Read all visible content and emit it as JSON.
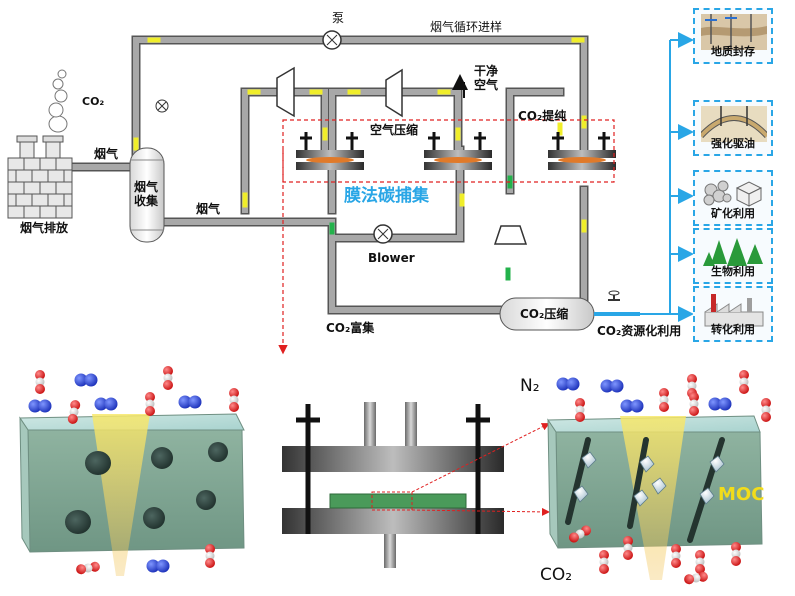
{
  "labels": {
    "pump": "泵",
    "flue_recycle": "烟气循环进样",
    "co2_smoke": "CO₂",
    "flue_gas_1": "烟气",
    "flue_gas_2": "烟气",
    "flue_collect": "烟气\n收集",
    "flue_emission": "烟气排放",
    "clean_air": "干净\n空气",
    "air_compress": "空气压缩",
    "co2_purify": "CO₂提纯",
    "membrane_title": "膜法碳捕集",
    "blower": "Blower",
    "co2_enrich": "CO₂富集",
    "co2_compress": "CO₂压缩",
    "co2_utilization": "CO₂资源化利用",
    "n2": "N₂",
    "co2_bottom": "CO₂",
    "moc": "MOC"
  },
  "applications": [
    {
      "label": "地质封存",
      "icon": "geological-storage-icon"
    },
    {
      "label": "强化驱油",
      "icon": "enhanced-oil-recovery-icon"
    },
    {
      "label": "矿化利用",
      "icon": "mineralization-icon"
    },
    {
      "label": "生物利用",
      "icon": "biological-use-icon"
    },
    {
      "label": "转化利用",
      "icon": "conversion-use-icon"
    }
  ],
  "colors": {
    "pipe": "#9a9a9a",
    "pipe_joint": "#e8e820",
    "accent_blue": "#29a6e6",
    "guide_red": "#e02020",
    "co2_red": "#e02020",
    "n2_blue": "#2040d0",
    "membrane_green": "#4a9a5a",
    "moc_yellow": "#f2dc1a"
  }
}
